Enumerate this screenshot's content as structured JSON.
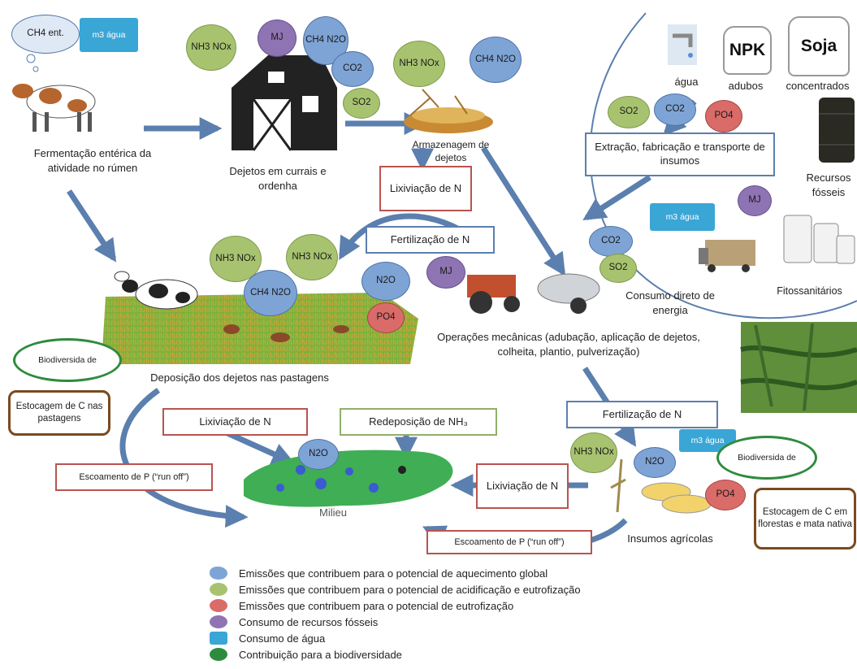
{
  "colors": {
    "arrow": "#5b7fae",
    "global_warming": "#7ea4d6",
    "acidification": "#a7c36f",
    "eutrophication": "#d96b69",
    "fossil": "#8f74b3",
    "water": "#3aa6d6",
    "biodiversity": "#2e8b3e",
    "carbon_box": "#7a4a1e"
  },
  "labels": {
    "enteric": "Fermentação entérica da atividade no rúmen",
    "barn": "Dejetos em currais e ordenha",
    "storage": "Armazenagem de dejetos",
    "extraction": "Extração, fabricação e transporte de insumos",
    "fossil_resources": "Recursos fósseis",
    "phyto": "Fitossanitários",
    "direct_energy": "Consumo direto de energia",
    "mechanical": "Operações mecânicas (adubação, aplicação de dejetos, colheita, plantio, pulverização)",
    "pasture": "Deposição dos dejetos nas pastagens",
    "milieu": "Milieu",
    "agri_inputs": "Insumos agrícolas",
    "water_tap": "água",
    "adubos": "adubos",
    "concentrados": "concentrados",
    "npk": "NPK",
    "soja": "Soja"
  },
  "boxes": {
    "lix1": "Lixiviação de N",
    "fert1": "Fertilização de N",
    "lix2": "Lixiviação de N",
    "redeposition": "Redeposição de NH₃",
    "fert2": "Fertilização de N",
    "lix3": "Lixiviação de N",
    "runoff1": "Escoamento de P (“run off”)",
    "runoff2": "Escoamento de P (“run off”)"
  },
  "bubbles": {
    "ch4_ent": "CH4 ent.",
    "water1": "m3 água",
    "barn_nh3": "NH3 NOx",
    "barn_mj": "MJ",
    "barn_ch4": "CH4 N2O",
    "barn_co2": "CO2",
    "barn_so2": "SO2",
    "st_nh3": "NH3 NOx",
    "st_ch4": "CH4 N2O",
    "ex_so2": "SO2",
    "ex_co2": "CO2",
    "ex_po4": "PO4",
    "ex_mj": "MJ",
    "water2": "m3 água",
    "en_co2": "CO2",
    "en_so2": "SO2",
    "pa_nh3a": "NH3 NOx",
    "pa_nh3b": "NH3 NOx",
    "pa_ch4": "CH4 N2O",
    "pa_n2o": "N2O",
    "pa_mj": "MJ",
    "pa_po4": "PO4",
    "mi_n2o": "N2O",
    "in_nh3": "NH3 NOx",
    "in_n2o": "N2O",
    "water3": "m3 água",
    "in_po4": "PO4"
  },
  "biodiversity": {
    "left": "Biodiversida de",
    "right": "Biodiversida de"
  },
  "carbon": {
    "pasture": "Estocagem de C nas pastagens",
    "forest": "Estocagem de C em florestas e mata nativa"
  },
  "legend": [
    {
      "label": "Emissões que contribuem para o potencial de aquecimento global",
      "color": "#7ea4d6"
    },
    {
      "label": "Emissões que contribuem para o potencial de acidificação e eutrofização",
      "color": "#a7c36f"
    },
    {
      "label": "Emissões que contribuem para o potencial de eutrofização",
      "color": "#d96b69"
    },
    {
      "label": "Consumo de recursos fósseis",
      "color": "#8f74b3"
    },
    {
      "label": "Consumo de água",
      "color": "#3aa6d6"
    },
    {
      "label": "Contribuição para a biodiversidade",
      "color": "#2e8b3e"
    }
  ]
}
